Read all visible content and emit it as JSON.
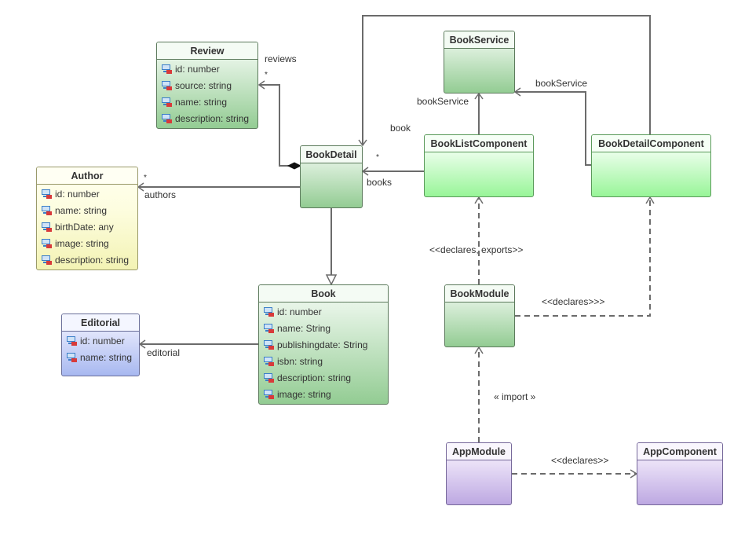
{
  "classes": {
    "review": {
      "name": "Review",
      "attributes": [
        "id: number",
        "source: string",
        "name: string",
        "description: string"
      ]
    },
    "author": {
      "name": "Author",
      "attributes": [
        "id: number",
        "name: string",
        "birthDate: any",
        "image: string",
        "description: string"
      ]
    },
    "editorial": {
      "name": "Editorial",
      "attributes": [
        "id: number",
        "name: string"
      ]
    },
    "book": {
      "name": "Book",
      "attributes": [
        "id: number",
        "name: String",
        "publishingdate: String",
        "isbn: string",
        "description: string",
        "image: string"
      ]
    },
    "book_detail": {
      "name": "BookDetail",
      "attributes": []
    },
    "book_service": {
      "name": "BookService",
      "attributes": []
    },
    "book_list_component": {
      "name": "BookListComponent",
      "attributes": []
    },
    "book_detail_component": {
      "name": "BookDetailComponent",
      "attributes": []
    },
    "book_module": {
      "name": "BookModule",
      "attributes": []
    },
    "app_module": {
      "name": "AppModule",
      "attributes": []
    },
    "app_component": {
      "name": "AppComponent",
      "attributes": []
    }
  },
  "relations": {
    "reviews": {
      "role": "reviews",
      "multiplicity": "*"
    },
    "authors": {
      "role": "authors",
      "multiplicity": "*"
    },
    "editorial": {
      "role": "editorial"
    },
    "books": {
      "role": "books",
      "multiplicity": "*"
    },
    "book": {
      "role": "book"
    },
    "book_service_from_list": {
      "role": "bookService"
    },
    "book_service_from_detail": {
      "role": "bookService"
    },
    "declares_exports": {
      "stereotype": "<<declares, exports>>"
    },
    "declares_detail": {
      "stereotype": "<<declares>>>"
    },
    "import": {
      "stereotype": "« import »"
    },
    "declares_app": {
      "stereotype": "<<declares>>"
    }
  },
  "colors": {
    "line": "#6b6b6b",
    "green_class": "#93cc93",
    "bright_green_class": "#98f598",
    "yellow_class": "#f3f3b4",
    "blue_class": "#a8b8f0",
    "purple_class": "#bda8e2",
    "attribute_icon_screen": "#3a7ec8",
    "attribute_icon_lock": "#d83a3a"
  }
}
